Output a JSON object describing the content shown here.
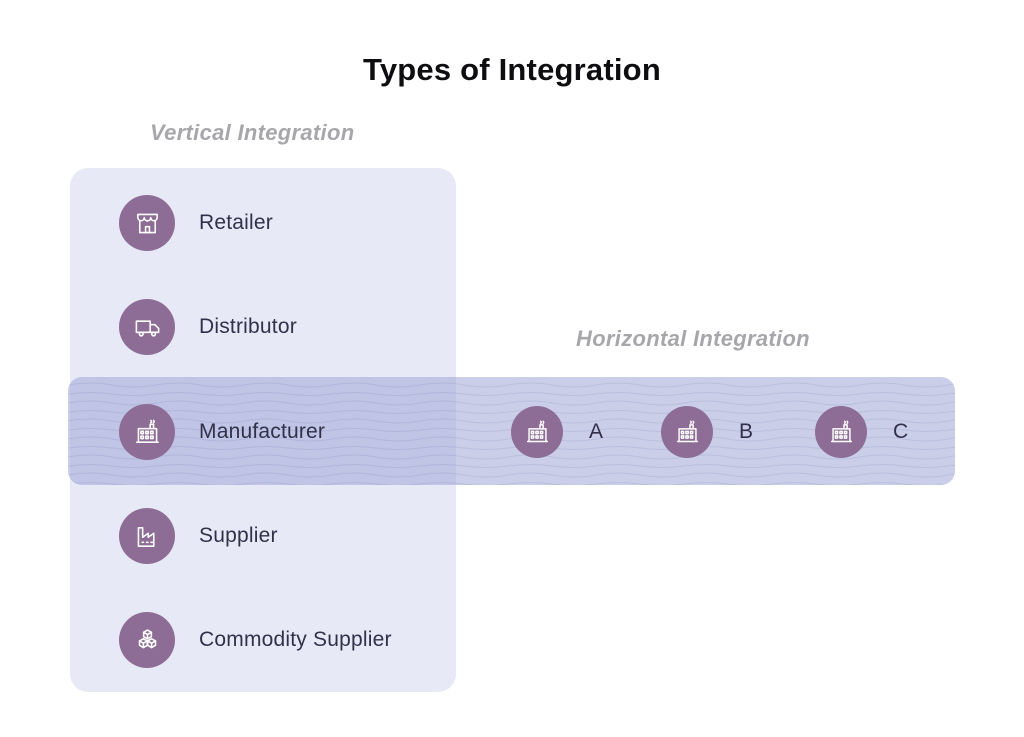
{
  "title": "Types of Integration",
  "vertical": {
    "label": "Vertical Integration",
    "items": [
      {
        "label": "Retailer",
        "icon": "storefront-icon"
      },
      {
        "label": "Distributor",
        "icon": "truck-icon"
      },
      {
        "label": "Manufacturer",
        "icon": "factory-icon"
      },
      {
        "label": "Supplier",
        "icon": "supplier-factory-icon"
      },
      {
        "label": "Commodity Supplier",
        "icon": "cubes-icon"
      }
    ]
  },
  "horizontal": {
    "label": "Horizontal Integration",
    "items": [
      {
        "label": "A",
        "icon": "factory-icon"
      },
      {
        "label": "B",
        "icon": "factory-icon"
      },
      {
        "label": "C",
        "icon": "factory-icon"
      }
    ]
  },
  "colors": {
    "panel_bg": "#e8e9f7",
    "band_overlay": "rgba(158,165,215,0.55)",
    "icon_circle": "#8d6d95",
    "label_text": "#31324a",
    "section_label": "#a7a7ab",
    "title_text": "#0e0e10"
  }
}
